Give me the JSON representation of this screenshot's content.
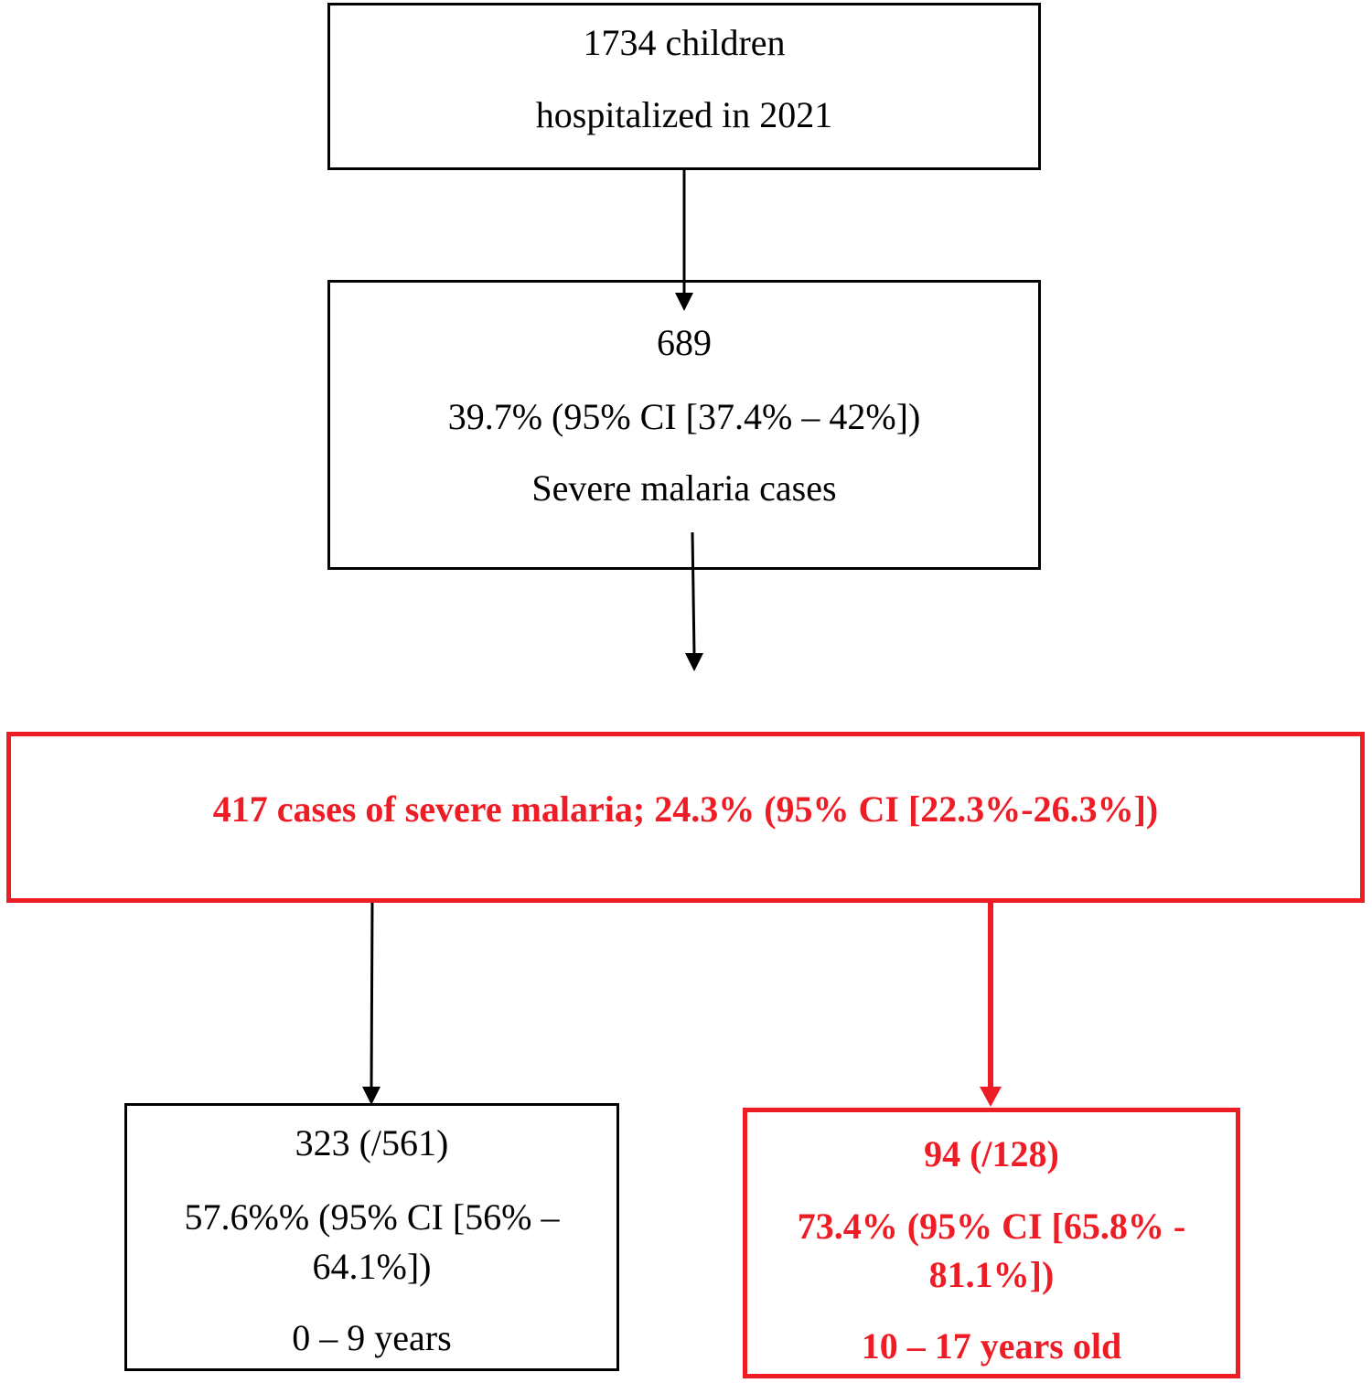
{
  "colors": {
    "black": "#000000",
    "red": "#ee1c25"
  },
  "diagram": {
    "box1": {
      "line1": "1734 children",
      "line2": "hospitalized in 2021"
    },
    "box2": {
      "line1": "689",
      "line2": "39.7% (95% CI [37.4% – 42%])",
      "line3": "Severe malaria cases"
    },
    "box3": {
      "line1": "417 cases of severe malaria; 24.3% (95% CI [22.3%-26.3%])"
    },
    "box4": {
      "line1": "323 (/561)",
      "line2a": "57.6%% (95% CI [56% –",
      "line2b": "64.1%])",
      "line3": "0 – 9 years"
    },
    "box5": {
      "line1": "94 (/128)",
      "line2a": "73.4% (95% CI [65.8% -",
      "line2b": "81.1%])",
      "line3": "10 – 17 years old"
    }
  }
}
